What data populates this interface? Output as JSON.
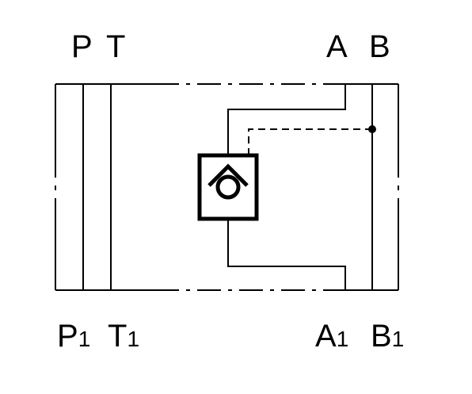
{
  "ports_top": {
    "p": "P",
    "t": "T",
    "a": "A",
    "b": "B"
  },
  "ports_bottom": {
    "p_base": "P",
    "p_sub": "1",
    "t_base": "T",
    "t_sub": "1",
    "a_base": "A",
    "a_sub": "1",
    "b_base": "B",
    "b_sub": "1"
  },
  "colors": {
    "line": "#000000",
    "background": "#ffffff"
  },
  "symbol": {
    "component": "pilot-operated-check-valve-icon"
  }
}
